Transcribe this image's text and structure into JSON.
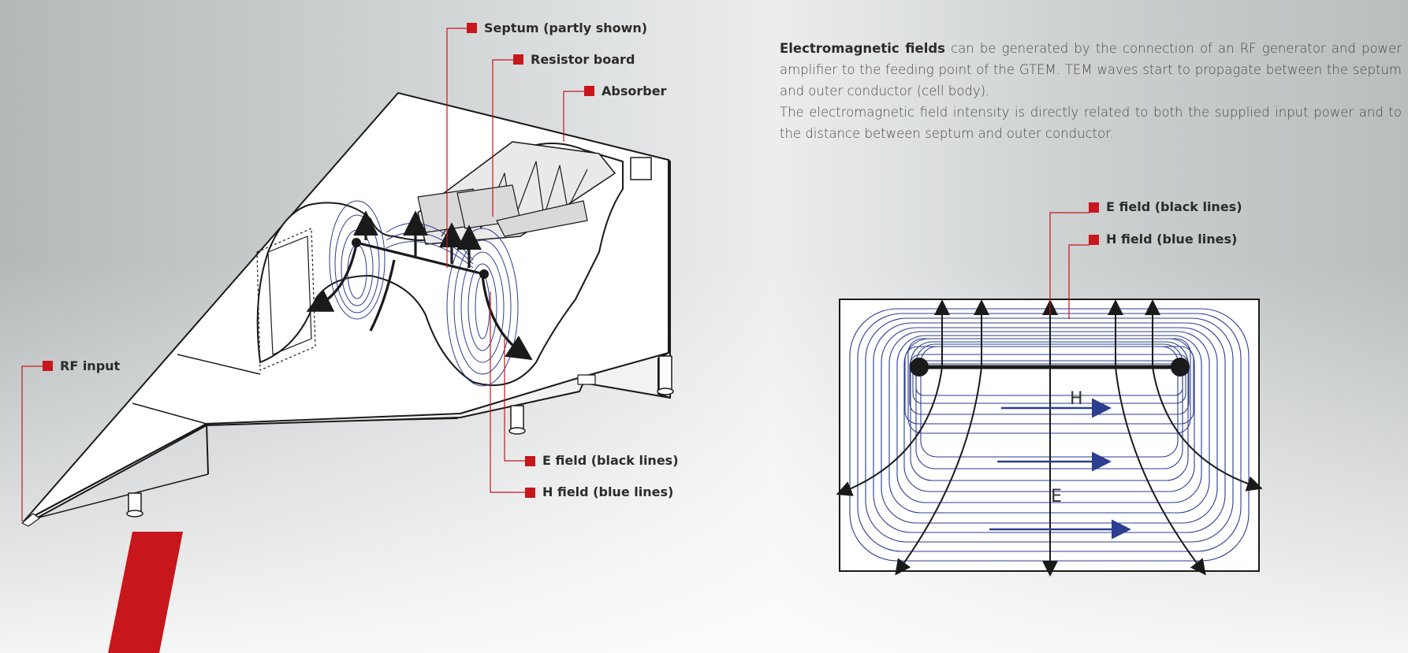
{
  "callouts": {
    "septum": "Septum (partly shown)",
    "resistor_board": "Resistor board",
    "absorber": "Absorber",
    "rf_input": "RF input",
    "e_field_left": "E field (black lines)",
    "h_field_left": "H field (blue lines)",
    "e_field_right": "E field (black lines)",
    "h_field_right": "H field (blue lines)"
  },
  "intro": {
    "lead": "Electromagnetic fields",
    "sentence1": " can be generated by the connection of an RF generator and power amplifier to the feeding point of the GTEM. TEM waves start to propagate between the septum and outer conductor (cell body).",
    "paragraph2": "The electromagnetic field intensity is directly related to both the supplied input power and to the distance between septum and outer conductor."
  },
  "cross_section": {
    "h_symbol": "H",
    "e_symbol": "E"
  },
  "colors": {
    "accent_red": "#c8161d",
    "h_field_blue": "#2b3e8f",
    "e_field_black": "#1a1a1a"
  }
}
